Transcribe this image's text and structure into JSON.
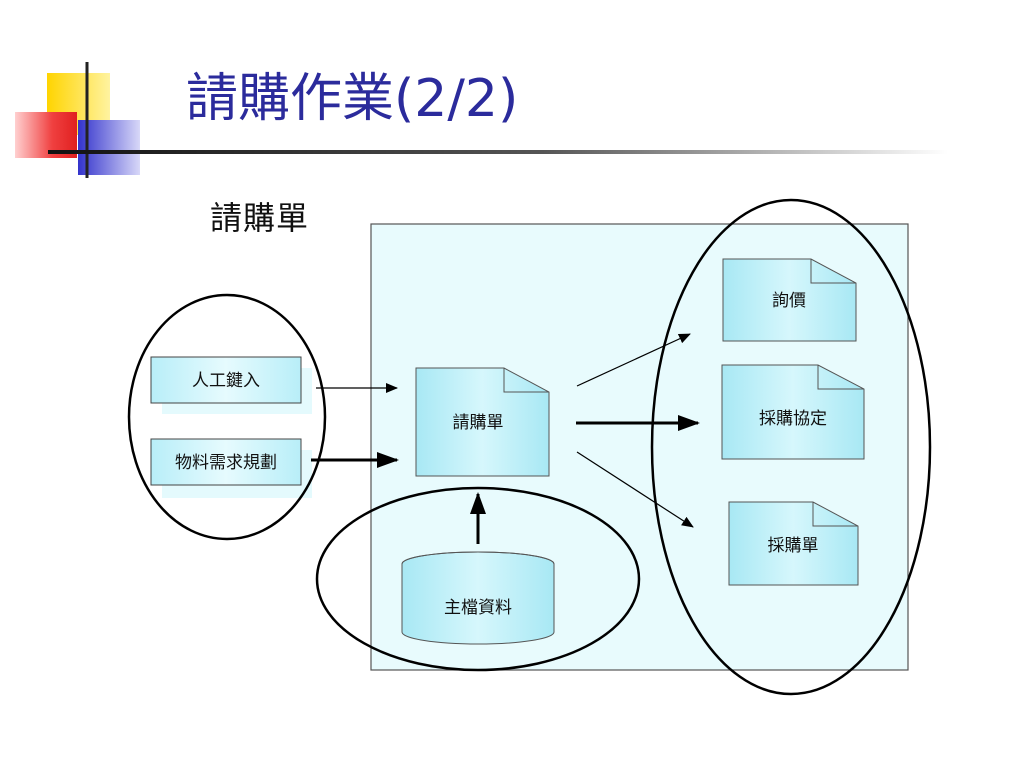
{
  "slide": {
    "title": "請購作業(2/2)",
    "subtitle": "請購單"
  },
  "diagram": {
    "inputs": {
      "manual": "人工鍵入",
      "mrp": "物料需求規劃"
    },
    "center_doc": "請購單",
    "master_data": "主檔資料",
    "outputs": {
      "inquiry": "詢價",
      "agreement": "採購協定",
      "po": "採購單"
    }
  },
  "colors": {
    "title": "#2B2B9C",
    "panel": "#E8FBFD",
    "doc_fill": "#BFF0F8",
    "logo_yellow": "#FFD400",
    "logo_red": "#F04040",
    "logo_blue": "#3333CC"
  }
}
